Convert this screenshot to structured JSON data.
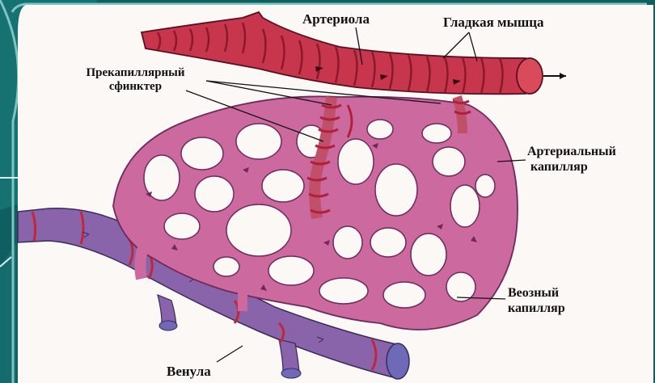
{
  "diagram": {
    "labels": {
      "arteriole": "Артериола",
      "smooth_muscle": "Гладкая мышца",
      "precap_sphincter_line1": "Прекапиллярный",
      "precap_sphincter_line2": "сфинктер",
      "arterial_capillary_line1": "Артериальный",
      "arterial_capillary_line2": "капилляр",
      "venous_capillary_line1": "Веозный",
      "venous_capillary_line2": "капилляр",
      "venule": "Венула"
    },
    "colors": {
      "background": "#0f5f60",
      "slide_border": "#7fc3c2",
      "image_bg": "#fbf8f6",
      "arteriole": "#c8364e",
      "arteriole_stripe": "#8a1a2a",
      "capillary": "#cc6aa0",
      "capillary_outline": "#6e2a5a",
      "venule": "#8a64aa",
      "venule_outline": "#3a2a5a",
      "muscle": "#c0283a"
    }
  }
}
